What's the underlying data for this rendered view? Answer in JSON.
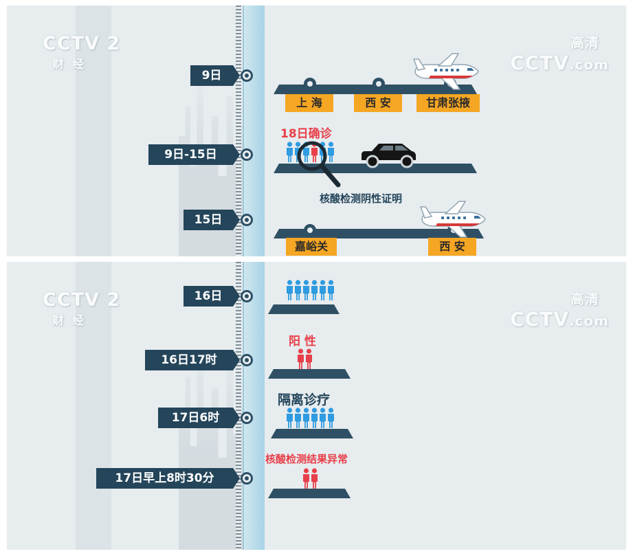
{
  "watermarks": {
    "left_logo": "CCTV",
    "left_channel": "2",
    "left_sub": "财经",
    "right_hd": "高清",
    "right_logo": "CCTV",
    "right_suffix": ".com"
  },
  "top_panel": {
    "events": [
      {
        "date": "9日",
        "places": [
          "上 海",
          "西 安",
          "甘肃张掖"
        ]
      },
      {
        "date": "9日-15日",
        "title": "18日确诊",
        "note": "核酸检测阴性证明"
      },
      {
        "date": "15日",
        "places": [
          "嘉峪关",
          "西 安"
        ]
      }
    ]
  },
  "bottom_panel": {
    "events": [
      {
        "date": "16日"
      },
      {
        "date": "16日17时",
        "title": "阳 性"
      },
      {
        "date": "17日6时",
        "title": "隔离诊疗"
      },
      {
        "date": "17日早上8时30分",
        "title": "核酸检测结果异常"
      }
    ]
  },
  "colors": {
    "background": "#e7ecef",
    "label_navy": "#24455a",
    "place_tag": "#f5a623",
    "alert_red": "#e8404a",
    "people_blue": "#2f9be0",
    "people_red": "#e8404a"
  },
  "icons": [
    "location-pin-icon",
    "airplane-icon",
    "car-icon",
    "magnifier-icon",
    "person-icon"
  ]
}
